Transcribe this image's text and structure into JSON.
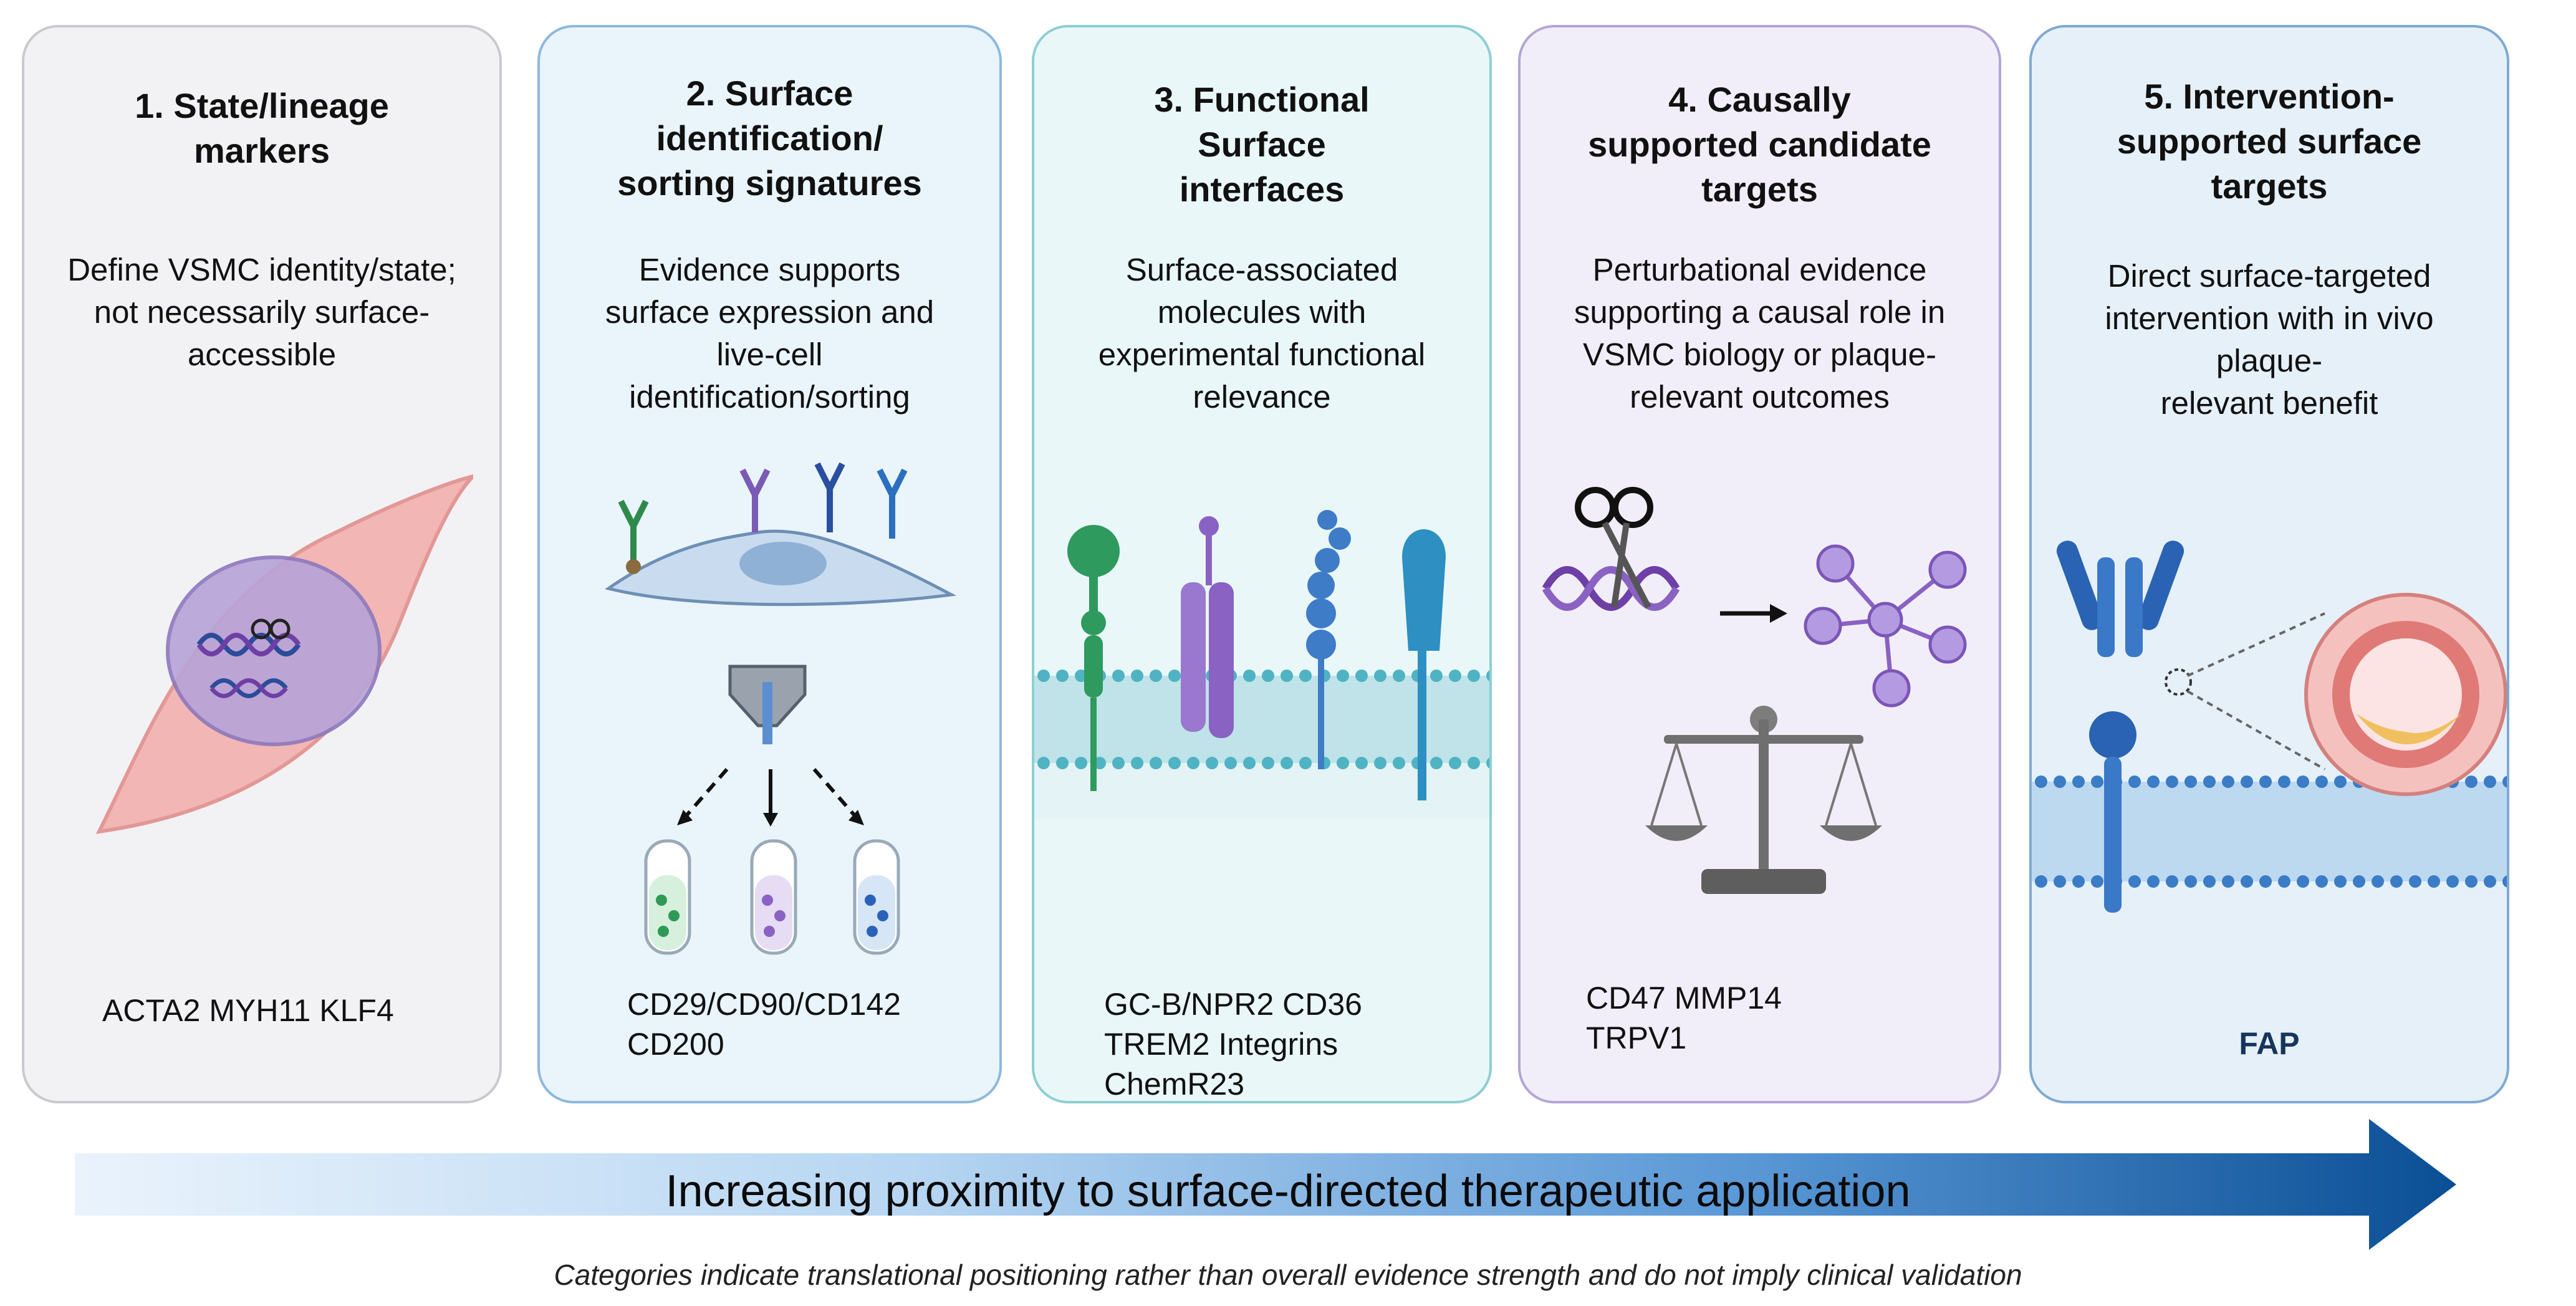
{
  "panels": [
    {
      "title": "1. State/lineage\nmarkers",
      "description": "Define VSMC identity/state;\nnot necessarily surface-\naccessible",
      "markers": "ACTA2  MYH11  KLF4",
      "illustration": "smooth-muscle-cell-with-dna-nucleus"
    },
    {
      "title": "2. Surface\nidentification/\nsorting signatures",
      "description": "Evidence supports\nsurface expression and\nlive-cell\nidentification/sorting",
      "markers": "CD29/CD90/CD142\nCD200",
      "illustration": "antibody-labeled-cell-and-sorting-tubes"
    },
    {
      "title": "3. Functional\nSurface\ninterfaces",
      "description": "Surface-associated\nmolecules with\nexperimental functional\nrelevance",
      "markers": "GC-B/NPR2  CD36\nTREM2  Integrins\nChemR23",
      "illustration": "membrane-receptors"
    },
    {
      "title": "4. Causally\nsupported candidate\ntargets",
      "description": "Perturbational evidence\nsupporting a causal role in\nVSMC biology or plaque-\nrelevant outcomes",
      "markers": "CD47  MMP14\nTRPV1",
      "illustration": "crispr-network-and-balance-scale"
    },
    {
      "title": "5. Intervention-\nsupported surface\ntargets",
      "description": "Direct surface-targeted\nintervention with in vivo plaque-\nrelevant benefit",
      "markers": "FAP",
      "illustration": "antibody-on-membrane-with-plaque-artery"
    }
  ],
  "arrow": {
    "label": "Increasing proximity to surface-directed therapeutic application",
    "color_start": "#cfe4f7",
    "color_end": "#0a4e94"
  },
  "footnote": "Categories indicate translational positioning rather than overall evidence strength and do not imply clinical validation",
  "colors": {
    "panel1_bg": "#f2f2f4",
    "panel1_border": "#c9c9cf",
    "panel2_bg": "#eaf4fb",
    "panel2_border": "#8cb9de",
    "panel3_bg": "#eaf7f8",
    "panel3_border": "#8ccfd3",
    "panel4_bg": "#f2eef9",
    "panel4_border": "#b3a5d6",
    "panel5_bg": "#e6f0f9",
    "panel5_border": "#7fa9d3",
    "fap_text": "#16365c"
  }
}
